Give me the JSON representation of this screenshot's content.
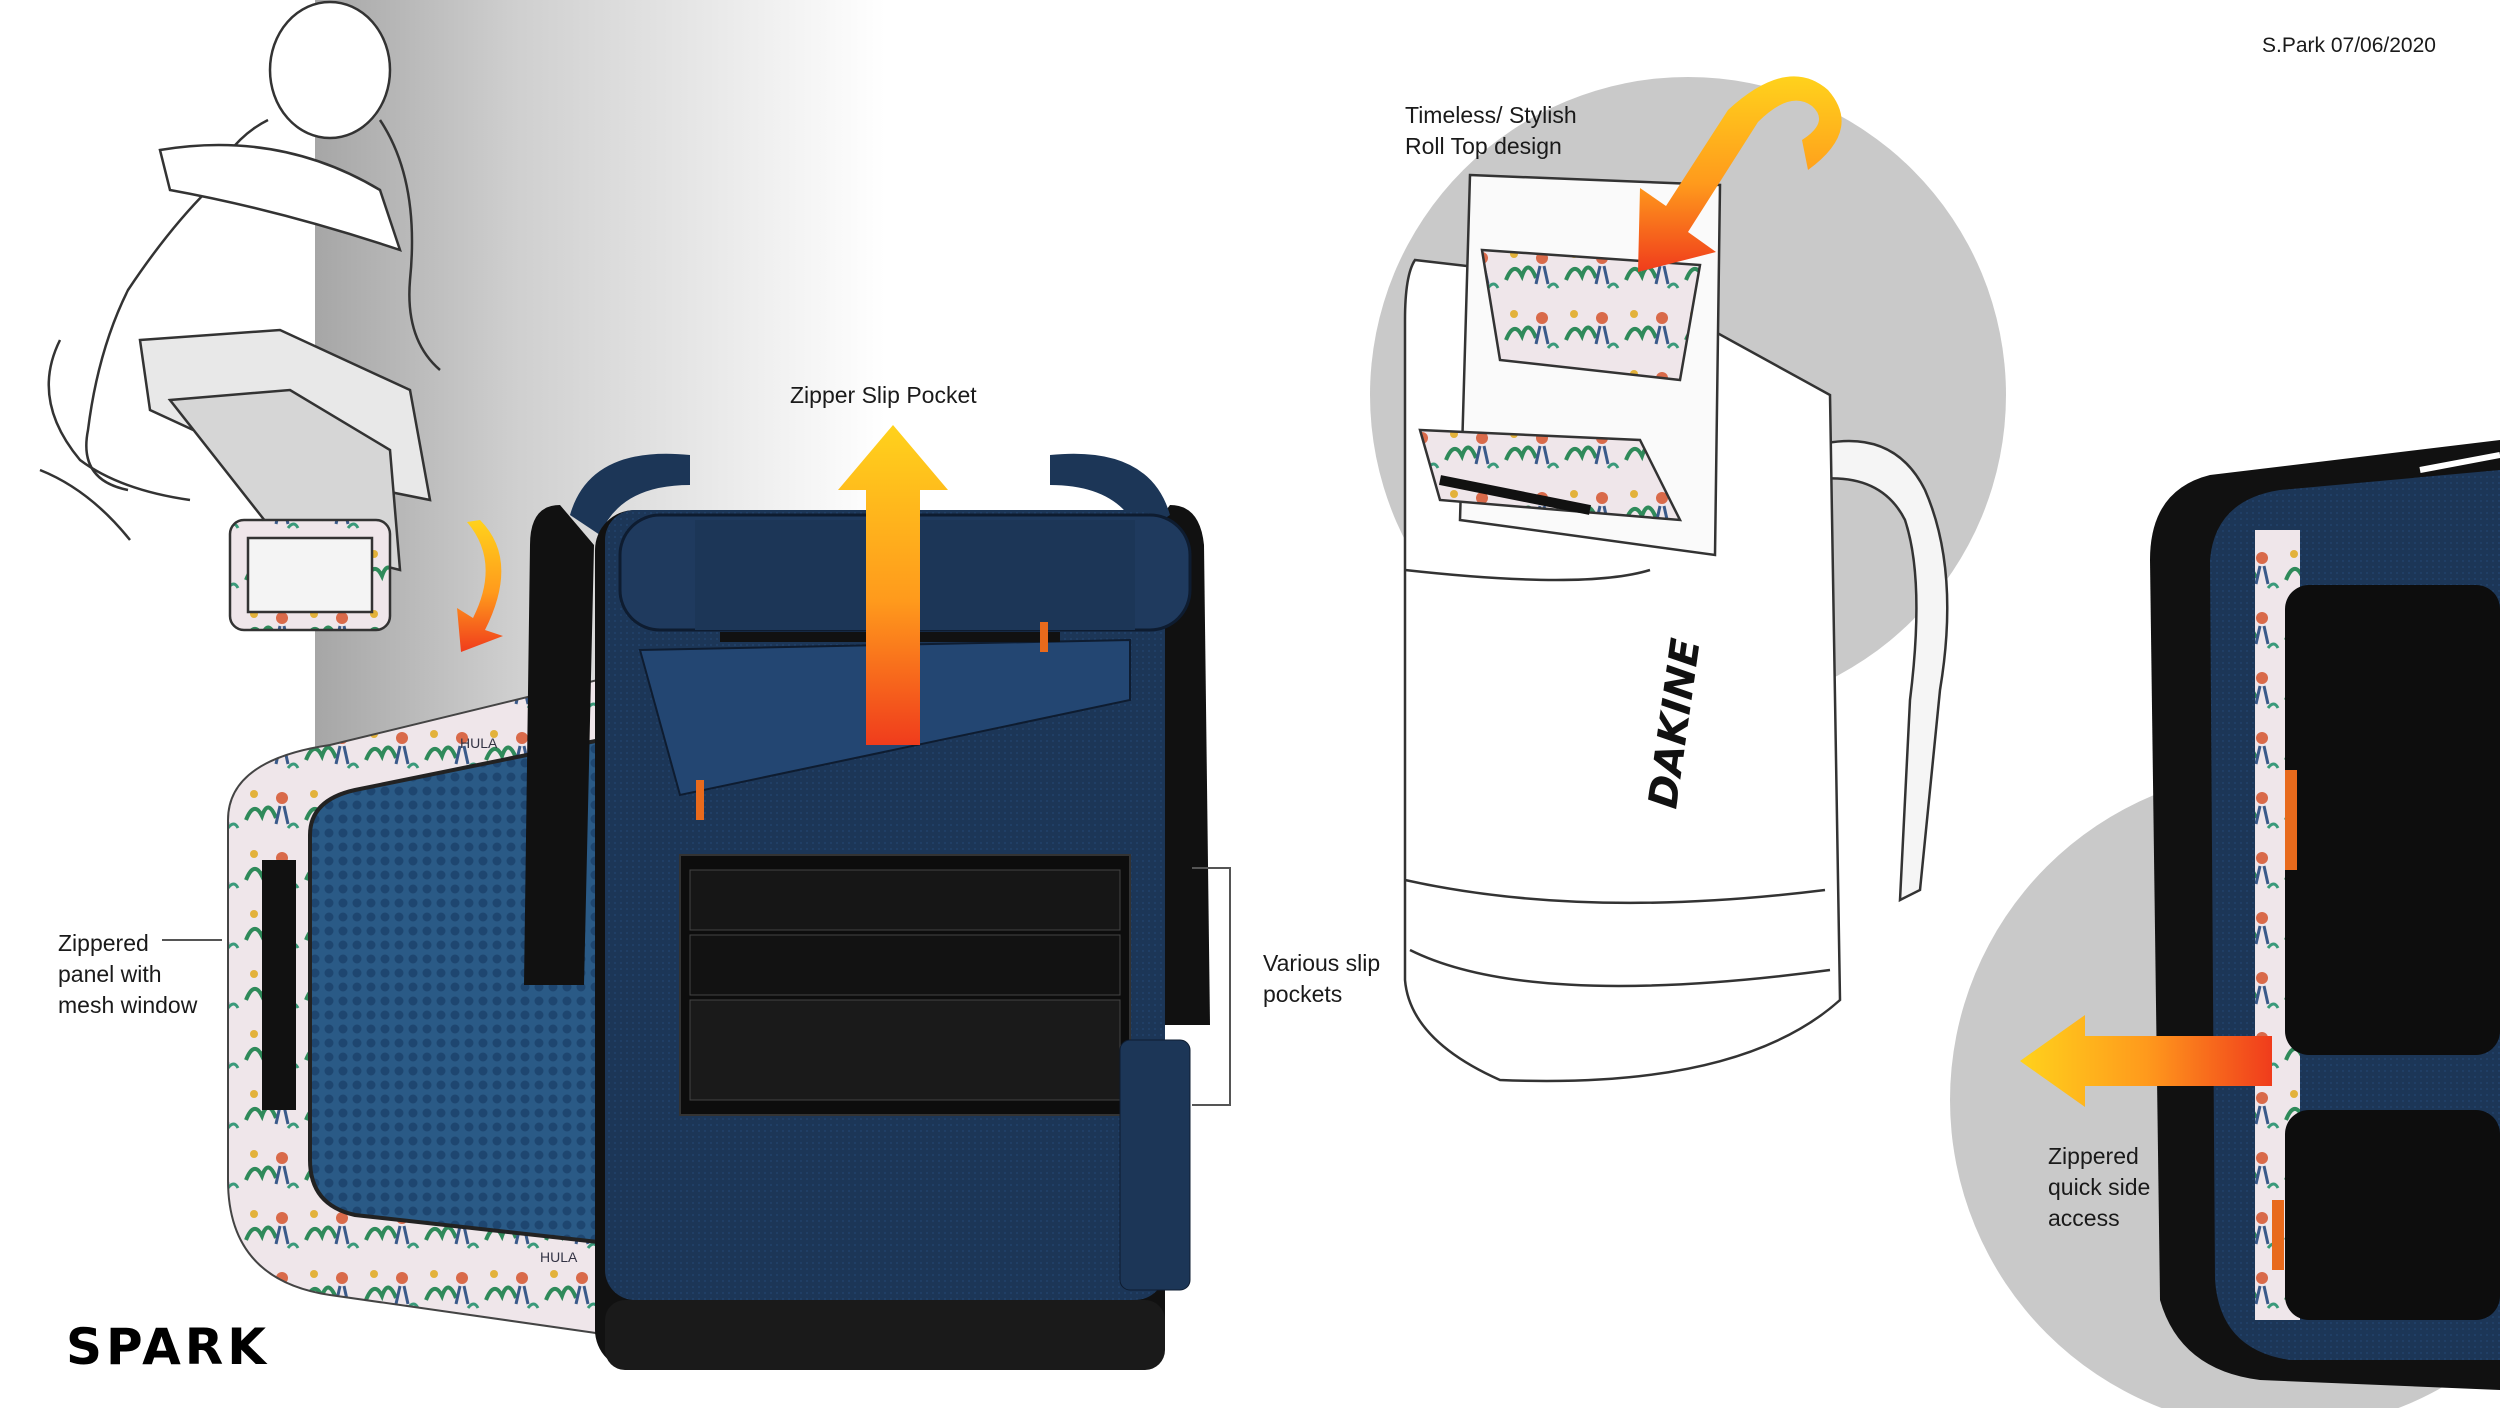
{
  "brand": {
    "name": "SPARK"
  },
  "credit": {
    "text": "S.Park 07/06/2020"
  },
  "product_logo": {
    "text": "DAKINE"
  },
  "callouts": {
    "zipper_slip_pocket": "Zipper Slip Pocket",
    "roll_top": "Timeless/ Stylish\nRoll Top design",
    "zippered_panel": "Zippered\npanel with\nmesh window",
    "slip_pockets": "Various slip\npockets",
    "quick_side_access": "Zippered\nquick side\naccess"
  },
  "print_tags": [
    "HULA",
    "HULA"
  ],
  "colors": {
    "navy": "#1c3657",
    "navy_dark": "#132640",
    "black": "#111111",
    "arrow_top": "#ffcc1a",
    "arrow_bottom": "#f2421c",
    "circle_gray": "#c9c9c9",
    "pattern_bg": "#efe6ea"
  }
}
